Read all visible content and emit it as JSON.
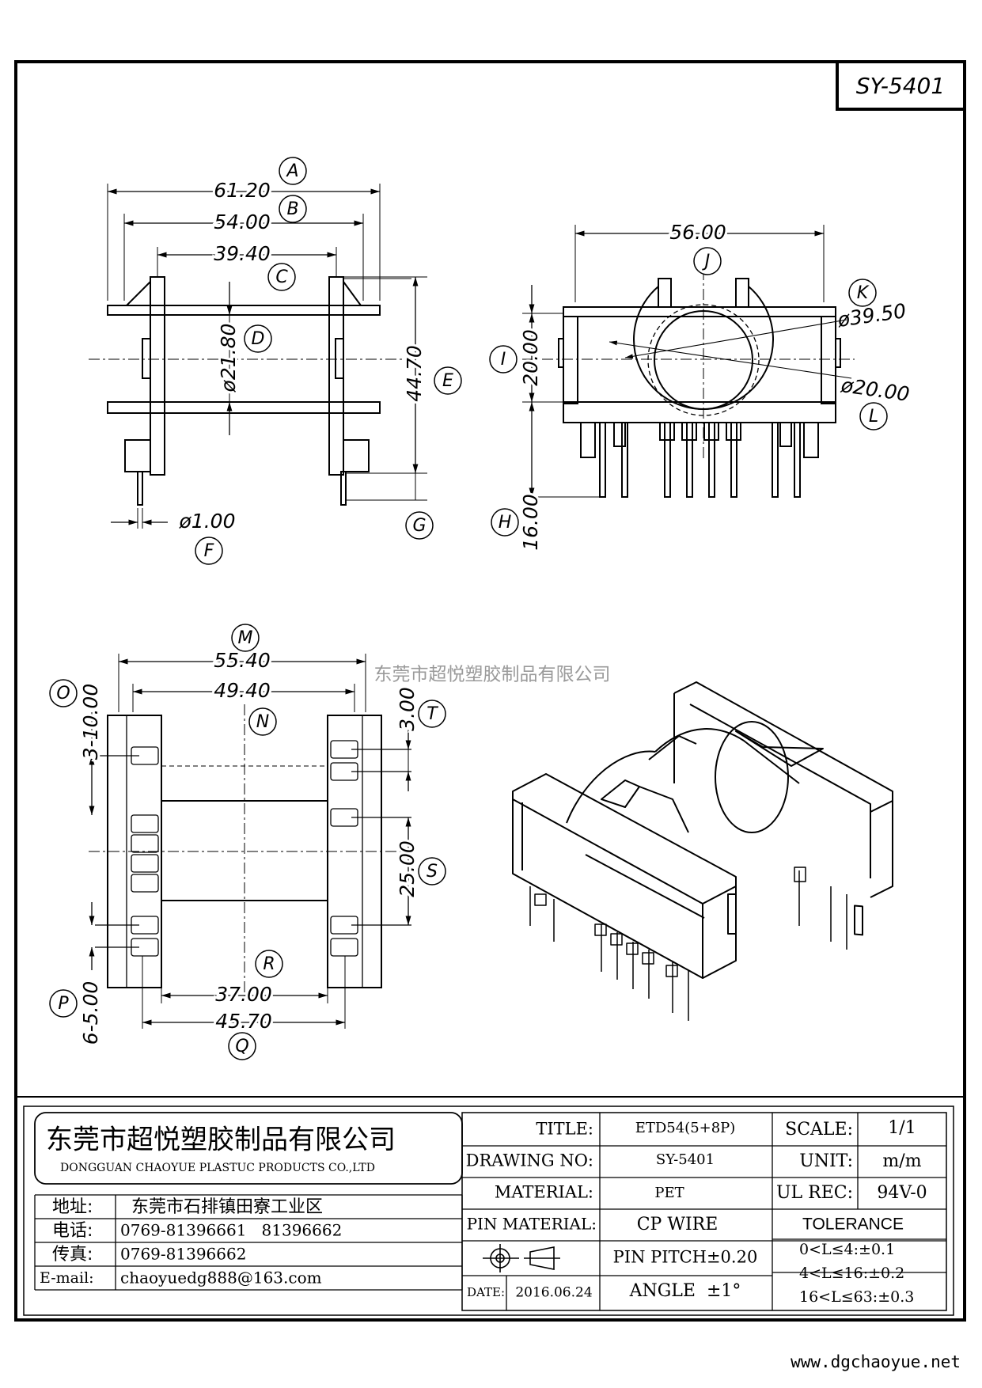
{
  "drawing": {
    "part_code": "SY-5401",
    "watermark_company": "东莞市超悦塑胶制品有限公司",
    "website": "www.dgchaoyue.net"
  },
  "front_view": {
    "dim_A": "61.20",
    "label_A": "A",
    "dim_B": "54.00",
    "label_B": "B",
    "dim_C": "39.40",
    "label_C": "C",
    "dim_D": "ø21.80",
    "label_D": "D",
    "dim_E": "44.70",
    "label_E": "E",
    "dim_F": "ø1.00",
    "label_F": "F",
    "label_G": "G"
  },
  "side_view": {
    "dim_J": "56.00",
    "label_J": "J",
    "dim_K": "ø39.50",
    "label_K": "K",
    "dim_L": "ø20.00",
    "label_L": "L",
    "dim_I": "20.00",
    "label_I": "I",
    "dim_H": "16.00",
    "label_H": "H"
  },
  "bottom_view": {
    "dim_M": "55.40",
    "label_M": "M",
    "dim_N": "49.40",
    "label_N": "N",
    "dim_O": "3-10.00",
    "label_O": "O",
    "dim_T": "3.00",
    "label_T": "T",
    "dim_S": "25.00",
    "label_S": "S",
    "dim_R": "37.00",
    "label_R": "R",
    "dim_Q": "45.70",
    "label_Q": "Q",
    "dim_P": "6-5.00",
    "label_P": "P"
  },
  "title_block": {
    "company_cn": "东莞市超悦塑胶制品有限公司",
    "company_en": "DONGGUAN CHAOYUE PLASTUC PRODUCTS CO.,LTD",
    "address_label": "地址:",
    "address": "东莞市石排镇田寮工业区",
    "phone_label": "电话:",
    "phone": "0769-81396661   81396662",
    "fax_label": "传真:",
    "fax": "0769-81396662",
    "email_label": "E-mail:",
    "email": "chaoyuedg888@163.com",
    "title_label": "TITLE:",
    "title_value": "ETD54(5+8P)",
    "drawing_no_label": "DRAWING NO:",
    "drawing_no_value": "SY-5401",
    "material_label": "MATERIAL:",
    "material_value": "PET",
    "pin_material_label": "PIN MATERIAL:",
    "pin_material_value": "CP WIRE",
    "pin_pitch_label": "PIN PITCH±0.20",
    "angle_label": "ANGLE  ±1°",
    "date_label": "DATE:",
    "date_value": "2016.06.24",
    "scale_label": "SCALE:",
    "scale_value": "1/1",
    "unit_label": "UNIT:",
    "unit_value": "m/m",
    "ul_label": "UL REC:",
    "ul_value": "94V-0",
    "tolerance_label": "TOLERANCE",
    "tol_1": "0<L≤4:±0.1",
    "tol_2": "4<L≤16:±0.2",
    "tol_3": "16<L≤63:±0.3"
  }
}
